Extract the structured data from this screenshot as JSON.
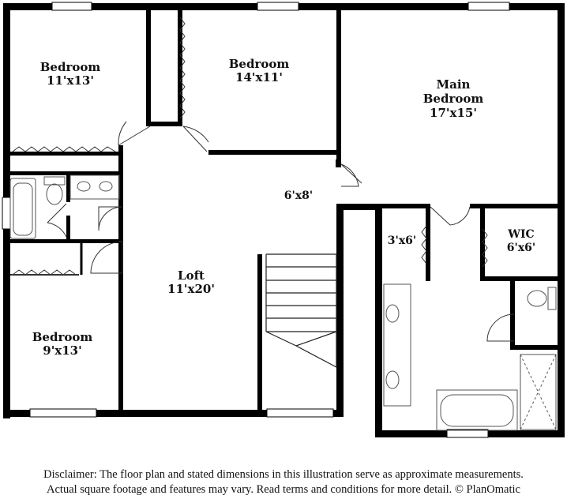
{
  "rooms": {
    "bedroom_top_left": {
      "name": "Bedroom",
      "dims": "11'x13'"
    },
    "bedroom_top_middle": {
      "name": "Bedroom",
      "dims": "14'x11'"
    },
    "main_bedroom": {
      "name_line1": "Main",
      "name_line2": "Bedroom",
      "dims": "17'x15'"
    },
    "hall_closet": {
      "dims": "6'x8'"
    },
    "closet_small": {
      "dims": "3'x6'"
    },
    "wic": {
      "name": "WIC",
      "dims": "6'x6'"
    },
    "loft": {
      "name": "Loft",
      "dims": "11'x20'"
    },
    "bedroom_bottom_left": {
      "name": "Bedroom",
      "dims": "9'x13'"
    }
  },
  "disclaimer": {
    "line1": "Disclaimer: The floor plan and stated dimensions in this illustration serve as approximate measurements.",
    "line2": "Actual square footage and features may vary. Read terms and conditions for more detail. © PlanOmatic"
  }
}
